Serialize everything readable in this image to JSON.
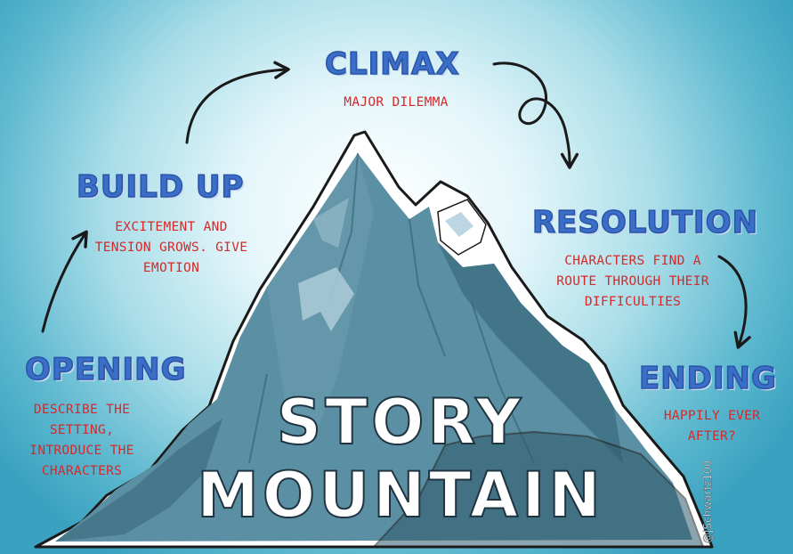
{
  "title": {
    "line1": "STORY",
    "line2": "MOUNTAIN"
  },
  "stages": [
    {
      "id": "opening",
      "label": "OPENING",
      "description": [
        "DESCRIBE THE SETTING,",
        "INTRODUCE THE",
        "CHARACTERS"
      ]
    },
    {
      "id": "buildup",
      "label": "BUILD UP",
      "description": [
        "EXCITEMENT AND",
        "TENSION GROWS. GIVE",
        "EMOTION"
      ]
    },
    {
      "id": "climax",
      "label": "CLIMAX",
      "description": [
        "MAJOR DILEMMA"
      ]
    },
    {
      "id": "resolution",
      "label": "RESOLUTION",
      "description": [
        "CHARACTERS FIND A",
        "ROUTE THROUGH THEIR",
        "DIFFICULTIES"
      ]
    },
    {
      "id": "ending",
      "label": "ENDING",
      "description": [
        "HAPPILY EVER",
        "AFTER?"
      ]
    }
  ],
  "credit": "@JSchwartz100",
  "colors": {
    "stage_label": "#3a6ec7",
    "description": "#d42a2a",
    "mountain": "#5b8fa3",
    "mountain_dark": "#3d6e82",
    "snow": "#ffffff"
  }
}
